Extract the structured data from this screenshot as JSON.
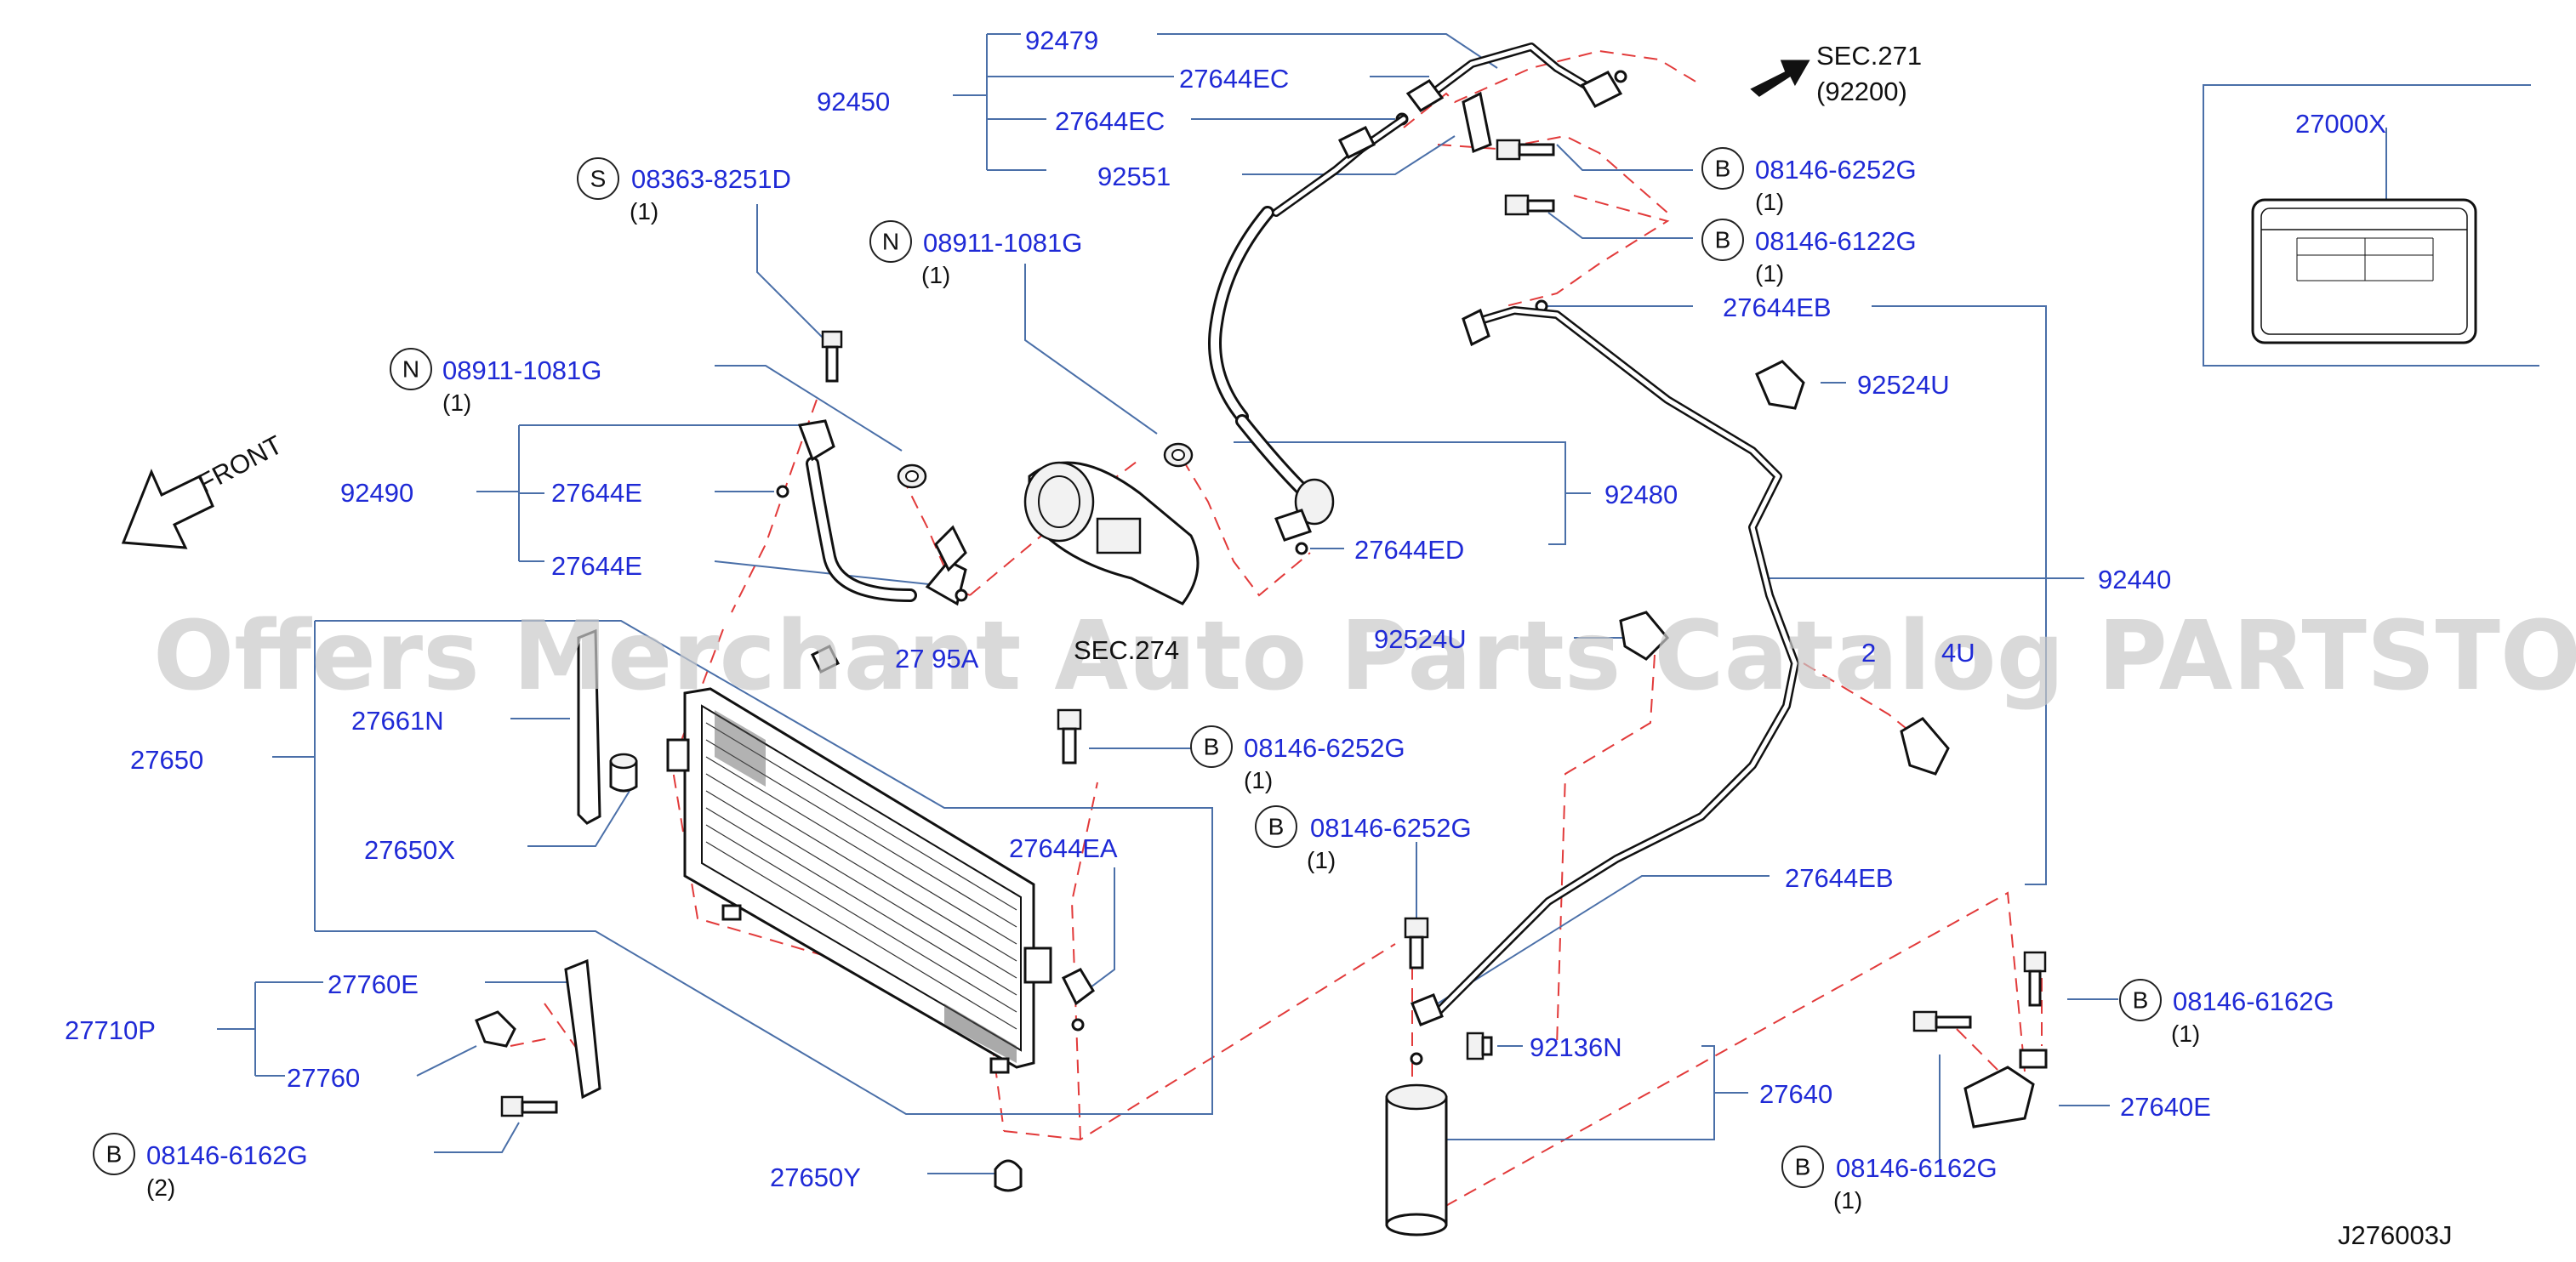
{
  "labels": {
    "l92479": "92479",
    "l92450": "92450",
    "l27644EC_a": "27644EC",
    "l27644EC_b": "27644EC",
    "l92551": "92551",
    "l08363": "08363-8251D",
    "l08911_a": "08911-1081G",
    "l08911_b": "08911-1081G",
    "l92490": "92490",
    "l27644E_a": "27644E",
    "l27644E_b": "27644E",
    "l27661N": "27661N",
    "l27650": "27650",
    "l27650X": "27650X",
    "l27760E": "27760E",
    "l27710P": "27710P",
    "l27760": "27760",
    "l08146_6162G_left": "08146-6162G",
    "l27650Y": "27650Y",
    "l27644EA": "27644EA",
    "l08146_6252G_a": "08146-6252G",
    "l08146_6252G_b": "08146-6252G",
    "l08146_6252G_top": "08146-6252G",
    "l08146_6122G": "08146-6122G",
    "l27644EB_top": "27644EB",
    "l92524U_a": "92524U",
    "l92480": "92480",
    "l27644ED": "27644ED",
    "l92440": "92440",
    "l92524U_frag": "92524U",
    "l92524U_b_frag": "2",
    "l92524U_b_end": "4U",
    "l27644EB_bot": "27644EB",
    "l92136N": "92136N",
    "l27640": "27640",
    "l27640E": "27640E",
    "l08146_6162G_r1": "08146-6162G",
    "l08146_6162G_r2": "08146-6162G",
    "l27000X": "27000X",
    "l2765_frag": "27 95A"
  },
  "quantities": {
    "q1": "(1)",
    "q2": "(2)"
  },
  "circles": {
    "S": "S",
    "N": "N",
    "B": "B"
  },
  "sec": {
    "sec271": "SEC.271",
    "sec271_code": "(92200)",
    "sec274": "SEC.274",
    "front": "FRONT"
  },
  "diagram_id": "J276003J",
  "watermark": "Offers Merchant Auto Parts Catalog PARTSTORE.SA",
  "colors": {
    "label": "#1f2ad6",
    "leader": "#4a6fa8",
    "dashed": "#e23a3a",
    "ink": "#111111"
  }
}
